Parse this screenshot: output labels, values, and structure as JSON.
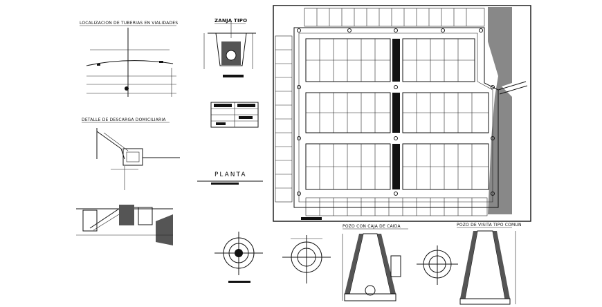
{
  "labels": {
    "loc_tuberias": "LOCALIZACION DE TUBERIAS EN VIALIDADES",
    "zanja_tipo": "ZANJA TIPO",
    "detalle_descarga": "DETALLE DE DESCARGA DOMICILIARIA",
    "planta": "PLANTA",
    "pozo_caja": "POZO CON CAJA DE CAIDA",
    "pozo_visita": "POZO DE VISITA TIPO COMUN"
  },
  "colors": {
    "line": "#111111",
    "background": "#ffffff",
    "hatch": "#555555"
  }
}
